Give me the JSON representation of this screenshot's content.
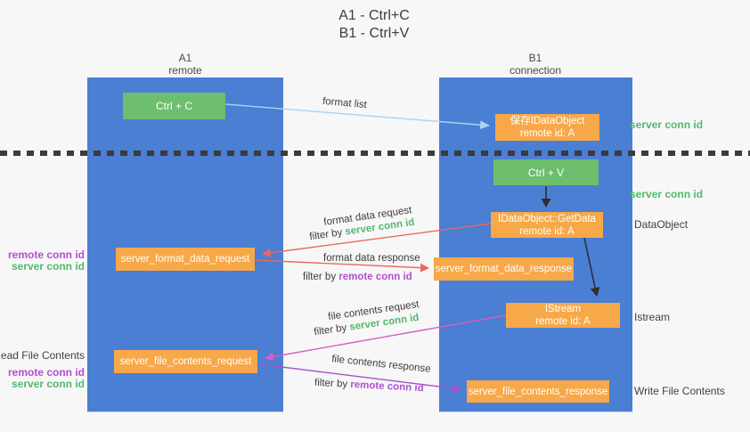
{
  "title": {
    "line1": "A1 - Ctrl+C",
    "line2": "B1 - Ctrl+V"
  },
  "lanes": {
    "left": {
      "name": "A1",
      "role": "remote"
    },
    "right": {
      "name": "B1",
      "role": "connection"
    }
  },
  "nodes": {
    "ctrl_c": {
      "label": "Ctrl + C"
    },
    "save_idataobject": {
      "line1": "保存IDataObject",
      "line2": "remote id: A"
    },
    "ctrl_v": {
      "label": "Ctrl + V"
    },
    "getdata": {
      "line1": "IDataObject::GetData",
      "line2": "remote id: A"
    },
    "format_request": {
      "label": "server_format_data_request"
    },
    "format_response": {
      "label": "server_format_data_response"
    },
    "istream": {
      "line1": "IStream",
      "line2": "remote id: A"
    },
    "file_request": {
      "label": "server_file_contents_request"
    },
    "file_response": {
      "label": "server_file_contents_response"
    }
  },
  "edge_labels": {
    "format_list": "format list",
    "format_data_request": "format data request",
    "format_data_response": "format data response",
    "file_contents_request": "file contents request",
    "file_contents_response": "file contents response",
    "filters": [
      {
        "prefix": "filter by",
        "id": "server conn id"
      },
      {
        "prefix": "filter by",
        "id": "remote conn id"
      },
      {
        "prefix": "filter by",
        "id": "server conn id"
      },
      {
        "prefix": "filter by",
        "id": "remote conn id"
      }
    ]
  },
  "side_labels": {
    "server_conn_id_top": "server conn id",
    "server_conn_id_mid": "server conn id",
    "dataobject": "DataObject",
    "istream": "Istream",
    "write_file_contents": "Write File Contents",
    "read_file_contents": "Read File Contents",
    "left_group1": {
      "remote": "remote conn id",
      "server": "server conn id"
    },
    "left_group2": {
      "remote": "remote conn id",
      "server": "server conn id"
    }
  },
  "colors": {
    "lane_blue": "#4a7fd3",
    "box_green": "#6dbf6d",
    "box_orange": "#f7a848",
    "text_green": "#53b86a",
    "text_purple": "#b44ecb",
    "arrow_red": "#e8695f",
    "arrow_magenta": "#d75fc3",
    "arrow_purple": "#aa52c9",
    "arrow_lightblue": "#a9d5f0",
    "arrow_black": "#2f2f2f",
    "dash_line": "#3b3b3b"
  }
}
